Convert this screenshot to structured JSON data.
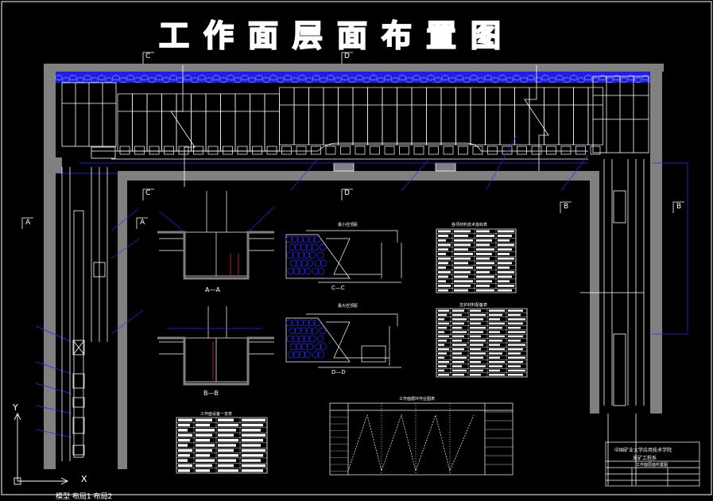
{
  "drawing": {
    "title": "工作面层面布置图",
    "section_marks": [
      "C",
      "D",
      "A",
      "B",
      "C",
      "D",
      "A",
      "B"
    ],
    "section_labels": {
      "aa": "A—A",
      "bb": "B—B",
      "cc": "C—C",
      "dd": "D—D"
    },
    "control_labels": {
      "min": "最小控顶距",
      "max": "最大控顶距"
    },
    "table_titles": {
      "materials": "各项材料技术指标表",
      "supports": "支护材料配备表",
      "equipment": "工作面设备一览表",
      "cycle": "工作面循环作业图表"
    },
    "title_block": {
      "school": "中国矿业大学应用技术学院",
      "dept": "采矿工程系",
      "drawing_name": "工作面层面布置图"
    },
    "axis": {
      "y": "Y",
      "x": "X"
    },
    "status_text": "模型 布局1 布局2"
  },
  "colors": {
    "background": "#000000",
    "wall": "#808080",
    "rock": "#1e1ee6",
    "line": "#ffffff",
    "dimension": "#2a2aff",
    "highlight": "#ff3030"
  }
}
